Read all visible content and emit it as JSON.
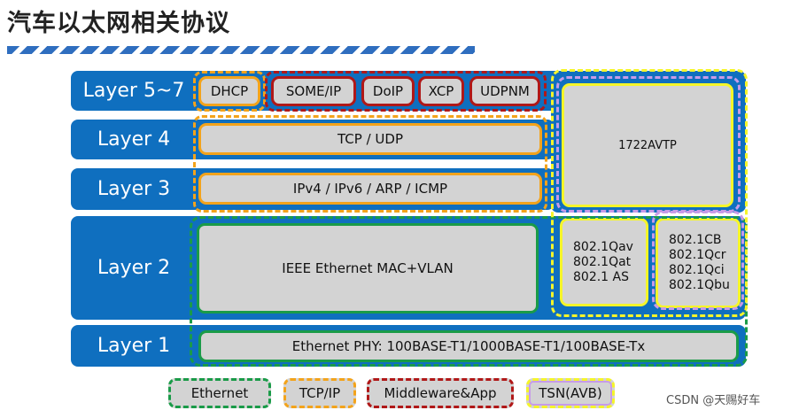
{
  "title": "汽车以太网相关协议",
  "layers": {
    "l57": "Layer 5~7",
    "l4": "Layer 4",
    "l3": "Layer 3",
    "l2": "Layer 2",
    "l1": "Layer 1"
  },
  "protocols": {
    "dhcp": "DHCP",
    "someip": "SOME/IP",
    "doip": "DoIP",
    "xcp": "XCP",
    "udpnm": "UDPNM",
    "tcp_udp": "TCP / UDP",
    "ip": "IPv4 / IPv6 / ARP / ICMP",
    "mac": "IEEE Ethernet MAC+VLAN",
    "phy": "Ethernet PHY: 100BASE-T1/1000BASE-T1/100BASE-Tx",
    "avtp": "1722AVTP",
    "avb_lines": [
      "802.1Qav",
      "802.1Qat",
      "802.1 AS"
    ],
    "tsn_lines": [
      "802.1CB",
      "802.1Qcr",
      "802.1Qci",
      "802.1Qbu"
    ]
  },
  "legend": {
    "ethernet": "Ethernet",
    "tcpip": "TCP/IP",
    "middleware": "Middleware&App",
    "tsn": "TSN(AVB)"
  },
  "watermark": "CSDN @天赐好车",
  "colors": {
    "band": "#0f6fbf",
    "ethernet": "#1a9b48",
    "tcpip": "#f3a31b",
    "middleware": "#b01818",
    "tsn": "#f5f52a",
    "avb": "#c79be8"
  }
}
